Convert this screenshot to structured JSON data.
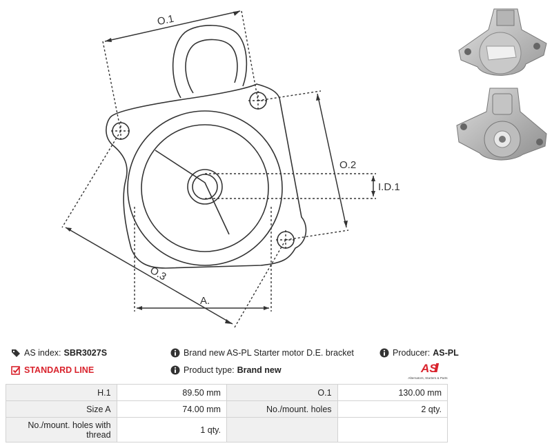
{
  "drawing": {
    "labels": {
      "o1": "O.1",
      "o2": "O.2",
      "o3": "O.3",
      "id1": "I.D.1",
      "a": "A."
    }
  },
  "product": {
    "index_label": "AS index:",
    "index_value": "SBR3027S",
    "line": "STANDARD LINE",
    "description": "Brand new AS-PL Starter motor D.E. bracket",
    "type_label": "Product type:",
    "type_value": "Brand new",
    "producer_label": "Producer:",
    "producer_value": "AS-PL",
    "logo_text": "AS",
    "logo_tagline": "Alternators, Starters & Parts",
    "accent_color": "#d9232d"
  },
  "specs": [
    [
      {
        "k": "H.1",
        "v": "89.50 mm"
      },
      {
        "k": "O.1",
        "v": "130.00 mm"
      }
    ],
    [
      {
        "k": "Size A",
        "v": "74.00 mm"
      },
      {
        "k": "No./mount. holes",
        "v": "2 qty."
      }
    ],
    [
      {
        "k": "No./mount. holes with thread",
        "v": "1 qty."
      },
      {
        "k": "",
        "v": ""
      }
    ]
  ]
}
